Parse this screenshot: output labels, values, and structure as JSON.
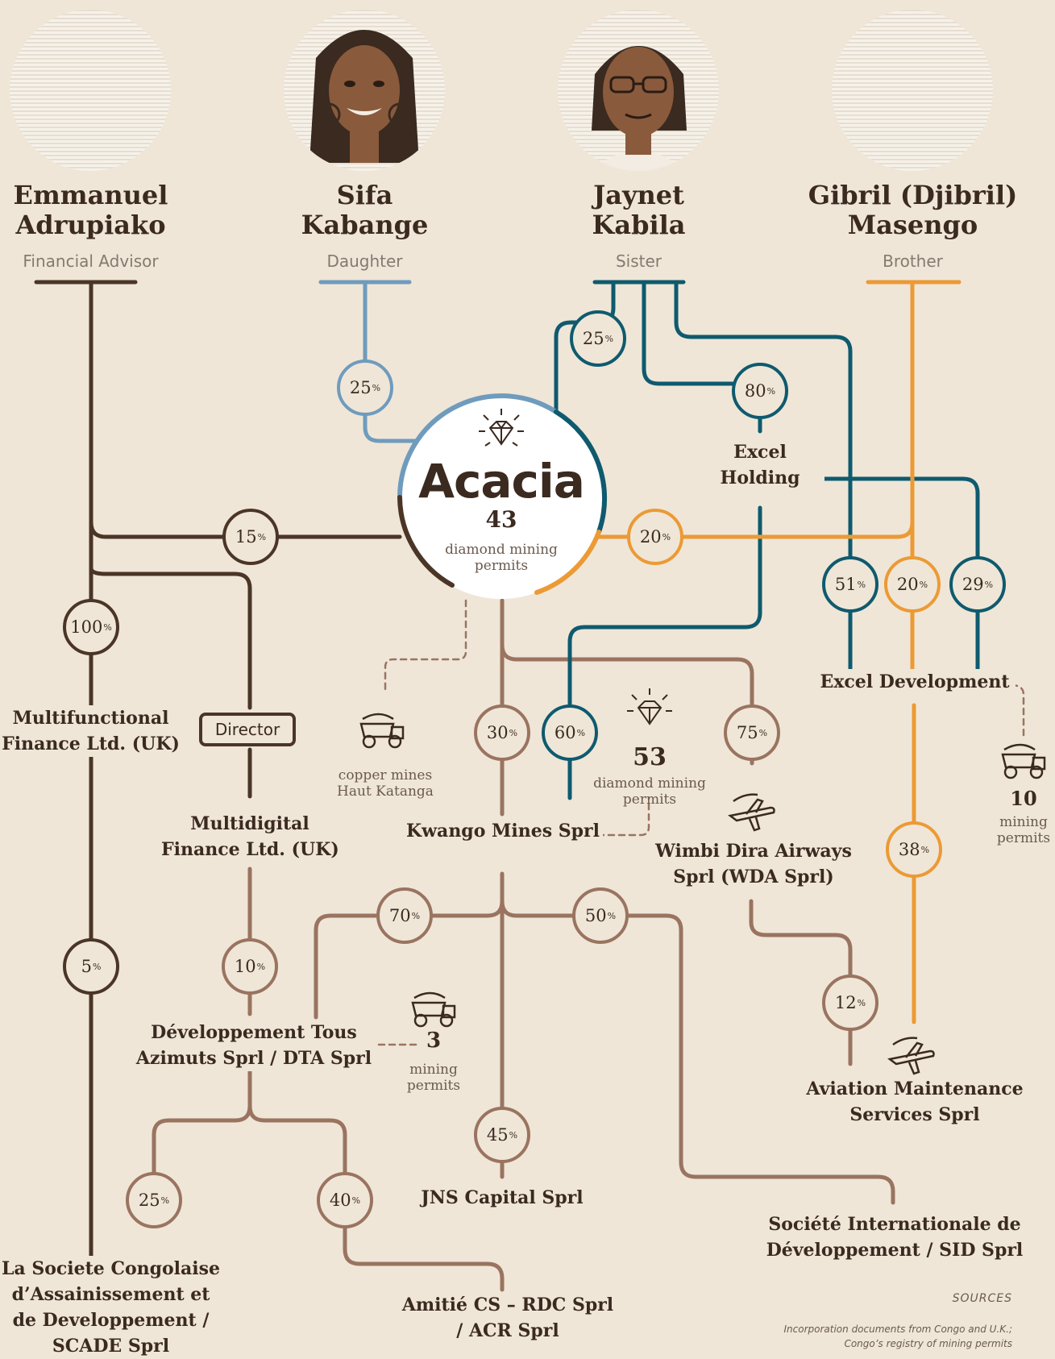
{
  "people": [
    {
      "name_line1": "Emmanuel",
      "name_line2": "Adrupiako",
      "role": "Financial Advisor"
    },
    {
      "name_line1": "Sifa",
      "name_line2": "Kabange",
      "role": "Daughter"
    },
    {
      "name_line1": "Jaynet",
      "name_line2": "Kabila",
      "role": "Sister"
    },
    {
      "name_line1": "Gibril (Djibril)",
      "name_line2": "Masengo",
      "role": "Brother"
    }
  ],
  "acacia": {
    "name": "Acacia",
    "count": "43",
    "caption_line1": "diamond mining",
    "caption_line2": "permits"
  },
  "percent_symbol": "%",
  "percents": {
    "sifa_acacia": "25",
    "jaynet_acacia": "25",
    "jaynet_excel_holding": "80",
    "emmanuel_acacia": "15",
    "gibril_acacia": "20",
    "excel_dev_jaynet": "51",
    "excel_dev_gibril": "20",
    "excel_dev_holding": "29",
    "multifunctional": "100",
    "kwango_acacia": "30",
    "kwango_holding": "60",
    "wimbi": "75",
    "dta": "70",
    "sid": "50",
    "multidigital_dta": "10",
    "scade": "5",
    "ams_wimbi": "12",
    "ams_excel": "38",
    "jns": "45",
    "scade_dta": "25",
    "acr": "40"
  },
  "entities": {
    "excel_holding_1": "Excel",
    "excel_holding_2": "Holding",
    "excel_development": "Excel Development",
    "multifunctional_1": "Multifunctional",
    "multifunctional_2": "Finance Ltd. (UK)",
    "director": "Director",
    "multidigital_1": "Multidigital",
    "multidigital_2": "Finance Ltd. (UK)",
    "kwango": "Kwango Mines Sprl",
    "wimbi_1": "Wimbi Dira Airways",
    "wimbi_2": "Sprl (WDA Sprl)",
    "dta_1": "Développement Tous",
    "dta_2": "Azimuts Sprl / DTA Sprl",
    "ams_1": "Aviation Maintenance",
    "ams_2": "Services Sprl",
    "jns": "JNS Capital Sprl",
    "sid_1": "Société Internationale de",
    "sid_2": "Développement  / SID Sprl",
    "scade_1": "La Societe Congolaise",
    "scade_2": "d’Assainissement et",
    "scade_3": "de Developpement /",
    "scade_4": "SCADE  Sprl",
    "acr_1": "Amitié CS – RDC Sprl",
    "acr_2": "/ ACR Sprl"
  },
  "callouts": {
    "copper_1": "copper mines",
    "copper_2": "Haut Katanga",
    "kwango_count": "53",
    "kwango_cap1": "diamond mining",
    "kwango_cap2": "permits",
    "excel_count": "10",
    "excel_cap1": "mining",
    "excel_cap2": "permits",
    "dta_count": "3",
    "dta_cap1": "mining",
    "dta_cap2": "permits"
  },
  "sources": {
    "title": "SOURCES",
    "line1": "Incorporation documents from Congo and U.K.;",
    "line2": "Congo’s registry of mining permits"
  },
  "colors": {
    "background": "#efe6d8",
    "dark_brown": "#4a3526",
    "steel_blue": "#6f9bbd",
    "teal": "#0f5a6e",
    "orange": "#ec9a35",
    "light_brown": "#9a7460"
  }
}
